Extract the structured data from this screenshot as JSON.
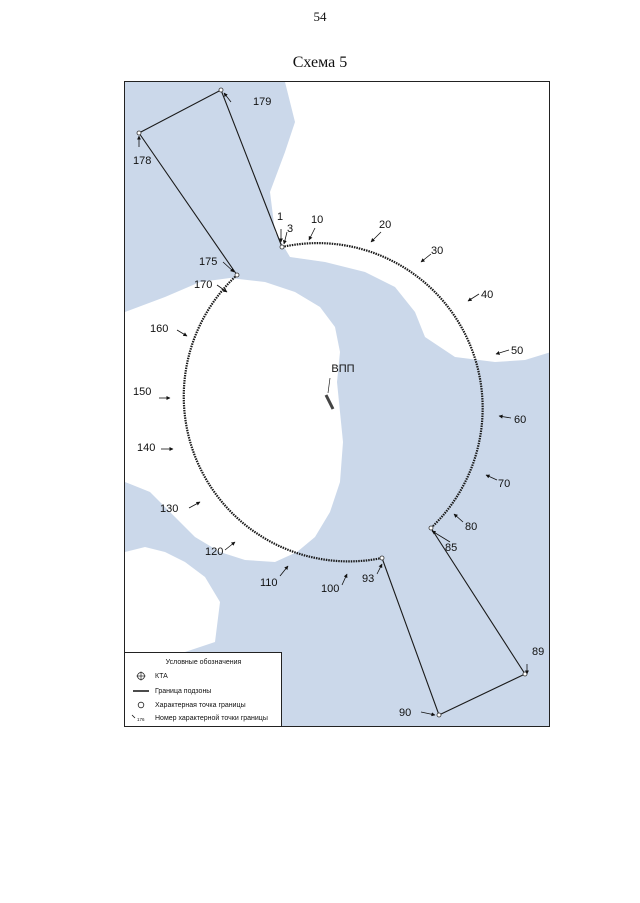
{
  "page": {
    "number": "54",
    "title": "Схема 5"
  },
  "map": {
    "runway_label": "ВПП",
    "point_labels": [
      "1",
      "3",
      "10",
      "20",
      "30",
      "40",
      "50",
      "60",
      "70",
      "80",
      "85",
      "89",
      "90",
      "93",
      "100",
      "110",
      "120",
      "130",
      "140",
      "150",
      "160",
      "170",
      "175",
      "178",
      "179"
    ],
    "colors": {
      "water": "#cbd8ea",
      "land": "#ffffff",
      "boundary": "#1a1a1a"
    }
  },
  "legend": {
    "title": "Условные обозначения",
    "items": [
      {
        "label": "КТА",
        "icon": "crosshair-circle-icon"
      },
      {
        "label": "Граница подзоны",
        "icon": "solid-line-icon"
      },
      {
        "label": "Характерная точка границы",
        "icon": "small-circle-icon"
      },
      {
        "label": "Номер характерной точки границы",
        "icon": "leader-arrow-icon",
        "sample": "176"
      }
    ]
  }
}
